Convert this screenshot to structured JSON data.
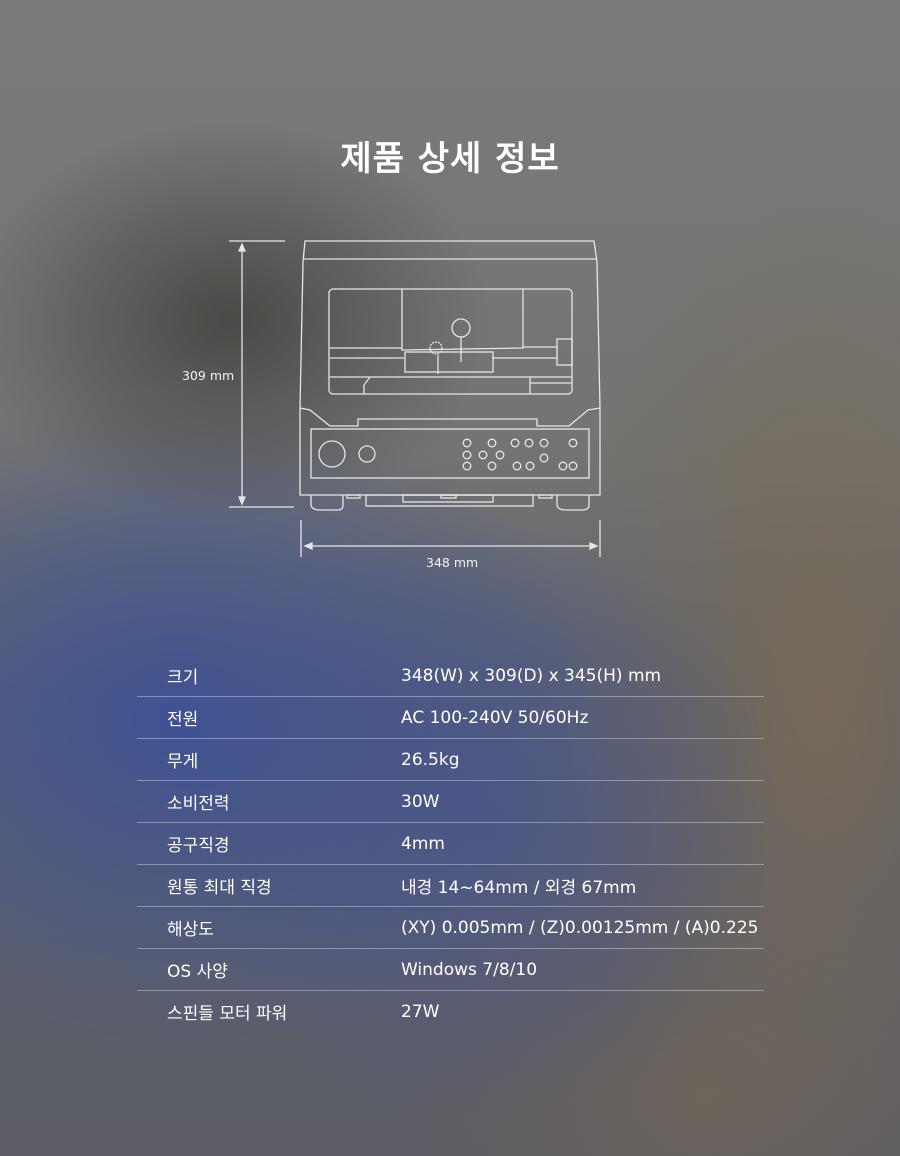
{
  "title": "제품 상세 정보",
  "diagram": {
    "depth_label": "309 mm",
    "width_label": "348 mm",
    "line_color": "#e6e6e6"
  },
  "specs": [
    {
      "label": "크기",
      "value": "348(W) x 309(D) x 345(H) mm"
    },
    {
      "label": "전원",
      "value": "AC 100-240V 50/60Hz"
    },
    {
      "label": "무게",
      "value": "26.5kg"
    },
    {
      "label": "소비전력",
      "value": "30W"
    },
    {
      "label": "공구직경",
      "value": "4mm"
    },
    {
      "label": "원통 최대 직경",
      "value": "내경 14~64mm / 외경 67mm"
    },
    {
      "label": "해상도",
      "value": "(XY) 0.005mm / (Z)0.00125mm / (A)0.225"
    },
    {
      "label": "OS 사양",
      "value": "Windows 7/8/10"
    },
    {
      "label": "스핀들 모터 파워",
      "value": "27W"
    }
  ]
}
